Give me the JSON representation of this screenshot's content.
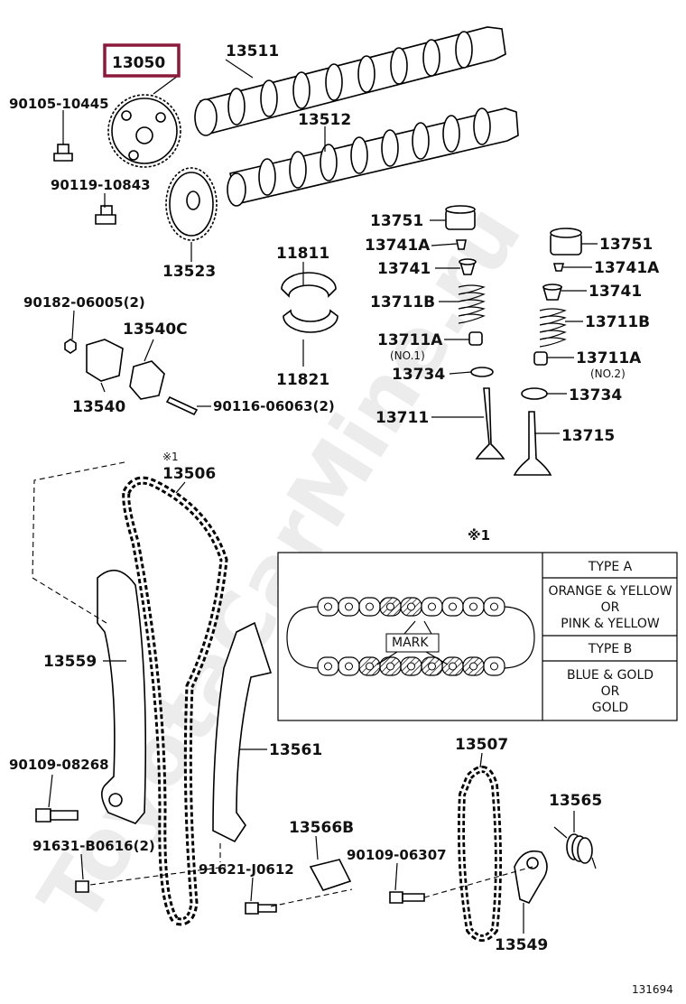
{
  "watermark": "ToyotaCarMine.ru",
  "highlight": {
    "color": "#8b1a3a"
  },
  "labels": {
    "p13050": "13050",
    "p13511": "13511",
    "p13512": "13512",
    "p90105": "90105-10445",
    "p90119": "90119-10843",
    "p13523": "13523",
    "p13751a": "13751",
    "p13741Aa": "13741A",
    "p13741a": "13741",
    "p13711Ba": "13711B",
    "p13711Aa": "13711A",
    "no1": "(NO.1)",
    "p13734a": "13734",
    "p13711": "13711",
    "p13751b": "13751",
    "p13741Ab": "13741A",
    "p13741b": "13741",
    "p13711Bb": "13711B",
    "p13711Ab": "13711A",
    "no2": "(NO.2)",
    "p13734b": "13734",
    "p13715": "13715",
    "p11811": "11811",
    "p11821": "11821",
    "p90182": "90182-06005(2)",
    "p13540C": "13540C",
    "p13540": "13540",
    "p90116": "90116-06063(2)",
    "ref1": "※1",
    "p13506": "13506",
    "p13559": "13559",
    "p13561": "13561",
    "p90109a": "90109-08268",
    "p91631": "91631-B0616(2)",
    "p91621": "91621-J0612",
    "p13566B": "13566B",
    "p13507": "13507",
    "p13565": "13565",
    "p90109b": "90109-06307",
    "p13549": "13549",
    "figno": "131694"
  },
  "inset": {
    "ref": "※1",
    "mark": "MARK",
    "rows": [
      {
        "lines": [
          "TYPE A"
        ]
      },
      {
        "lines": [
          "ORANGE & YELLOW",
          "OR",
          "PINK & YELLOW"
        ]
      },
      {
        "lines": [
          "TYPE B"
        ]
      },
      {
        "lines": [
          "BLUE & GOLD",
          "OR",
          "GOLD"
        ]
      }
    ]
  }
}
